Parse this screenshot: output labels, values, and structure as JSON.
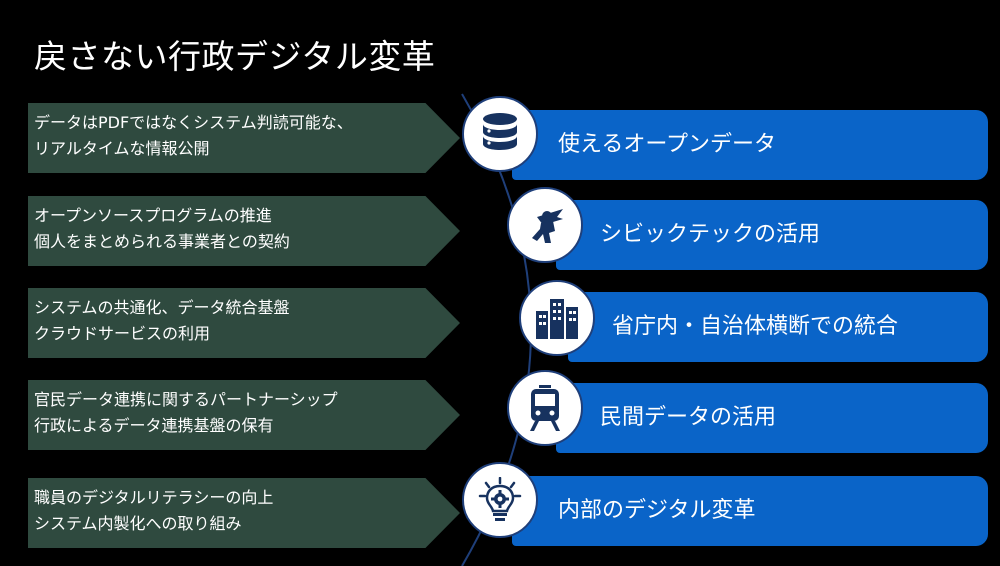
{
  "title": "戻さない行政デジタル変革",
  "colors": {
    "background": "#000000",
    "arrow": "#2f4a3f",
    "pill": "#0a64c8",
    "circle_border": "#1f3f7a",
    "icon": "#17325f"
  },
  "rows": [
    {
      "description": [
        "データはPDFではなくシステム判読可能な、",
        "リアルタイムな情報公開"
      ],
      "icon": "database-icon",
      "label": "使えるオープンデータ"
    },
    {
      "description": [
        "オープンソースプログラムの推進",
        "個人をまとめられる事業者との契約"
      ],
      "icon": "superhero-icon",
      "label": "シビックテックの活用"
    },
    {
      "description": [
        "システムの共通化、データ統合基盤",
        "クラウドサービスの利用"
      ],
      "icon": "city-buildings-icon",
      "label": "省庁内・自治体横断での統合"
    },
    {
      "description": [
        "官民データ連携に関するパートナーシップ",
        "行政によるデータ連携基盤の保有"
      ],
      "icon": "train-icon",
      "label": "民間データの活用"
    },
    {
      "description": [
        "職員のデジタルリテラシーの向上",
        "システム内製化への取り組み"
      ],
      "icon": "lightbulb-gear-icon",
      "label": "内部のデジタル変革"
    }
  ]
}
